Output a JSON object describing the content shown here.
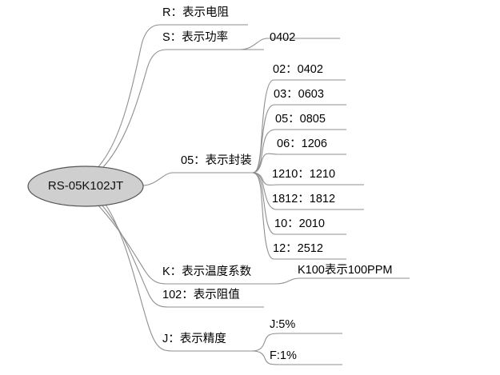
{
  "diagram": {
    "type": "mind-map",
    "title_part_code": "RS-05K102JT",
    "root": {
      "label": "RS-05K102JT",
      "shape": "ellipse",
      "fill": "#cfcfcf",
      "stroke": "#555555"
    },
    "line_color": "#8f8f8f",
    "text_color": "#000000",
    "background": "#ffffff",
    "branches": [
      {
        "id": "r",
        "label": "R：表示电阻",
        "children": []
      },
      {
        "id": "s",
        "label": "S：表示功率",
        "children": [
          {
            "id": "s-0402",
            "label": "0402"
          }
        ]
      },
      {
        "id": "pkg",
        "label": "05：表示封装",
        "children": [
          {
            "id": "pkg-02",
            "label": "02：0402"
          },
          {
            "id": "pkg-03",
            "label": "03：0603"
          },
          {
            "id": "pkg-05",
            "label": "05：0805"
          },
          {
            "id": "pkg-06",
            "label": "06：1206"
          },
          {
            "id": "pkg-1210",
            "label": "1210：1210"
          },
          {
            "id": "pkg-1812",
            "label": "1812：1812"
          },
          {
            "id": "pkg-10",
            "label": "10：2010"
          },
          {
            "id": "pkg-12",
            "label": "12：2512"
          }
        ]
      },
      {
        "id": "k",
        "label": "K：表示温度系数",
        "children": [
          {
            "id": "k-100",
            "label": "K100表示100PPM"
          }
        ]
      },
      {
        "id": "res",
        "label": "102：表示阻值",
        "children": []
      },
      {
        "id": "j",
        "label": "J：表示精度",
        "children": [
          {
            "id": "j-5",
            "label": "J:5%"
          },
          {
            "id": "j-f1",
            "label": "F:1%"
          }
        ]
      }
    ]
  }
}
